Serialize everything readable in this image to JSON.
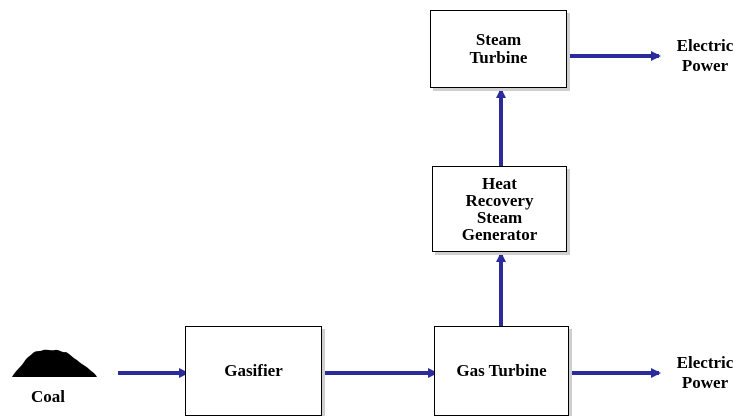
{
  "boxes": {
    "steam_turbine": [
      "Steam",
      "Turbine"
    ],
    "hrsg": [
      "Heat",
      "Recovery",
      "Steam",
      "Generator"
    ],
    "gasifier": [
      "Gasifier"
    ],
    "gas_turbine": [
      "Gas Turbine"
    ]
  },
  "labels": {
    "coal": "Coal",
    "electric_power_top": [
      "Electric",
      "Power"
    ],
    "electric_power_bottom": [
      "Electric",
      "Power"
    ]
  },
  "colors": {
    "arrow": "#2b2b9c",
    "box_border": "#000000",
    "coal_pile": "#000000"
  }
}
